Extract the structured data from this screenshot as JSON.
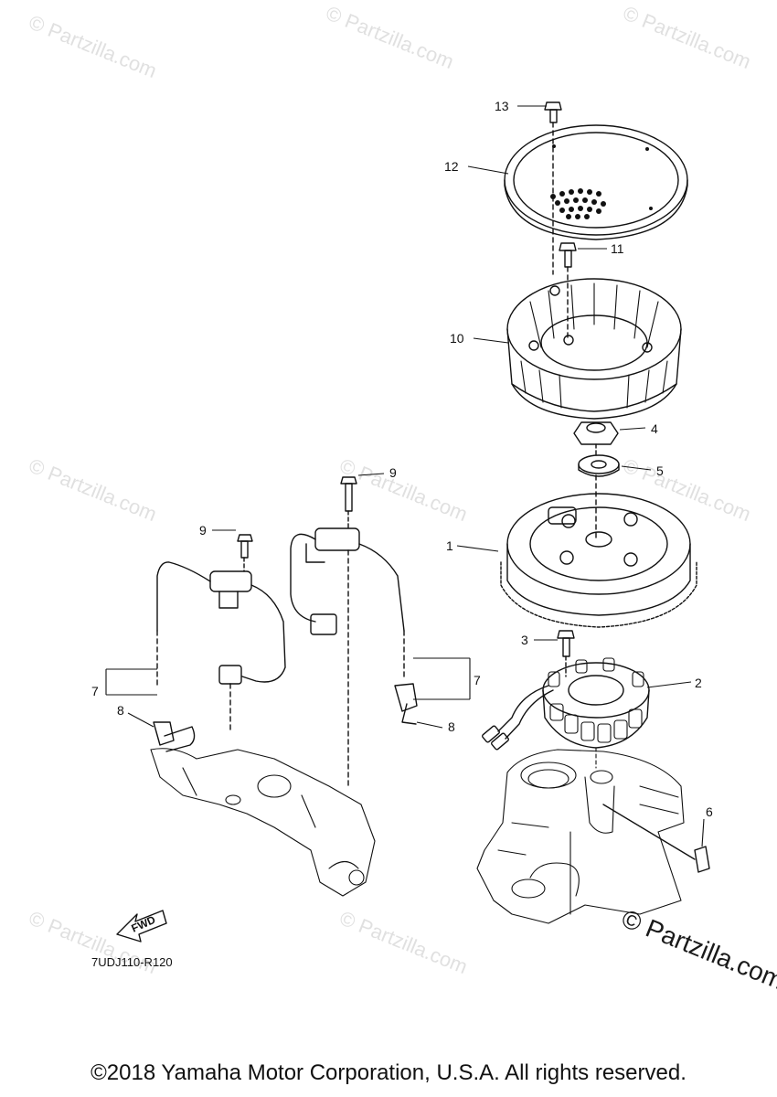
{
  "callouts": {
    "c1": "1",
    "c2": "2",
    "c3": "3",
    "c4": "4",
    "c5": "5",
    "c6": "6",
    "c7a": "7",
    "c7b": "7",
    "c8a": "8",
    "c8b": "8",
    "c9a": "9",
    "c9b": "9",
    "c10": "10",
    "c11": "11",
    "c12": "12",
    "c13": "13"
  },
  "fwd_label": "FWD",
  "diagram_code": "7UDJ110-R120",
  "watermark": {
    "small": "© Partzilla.com",
    "large": "© Partzilla.com"
  },
  "copyright": "©2018 Yamaha Motor Corporation, U.S.A. All rights reserved.",
  "colors": {
    "line": "#111111",
    "watermark": "#c8c8c8",
    "background": "#ffffff"
  }
}
